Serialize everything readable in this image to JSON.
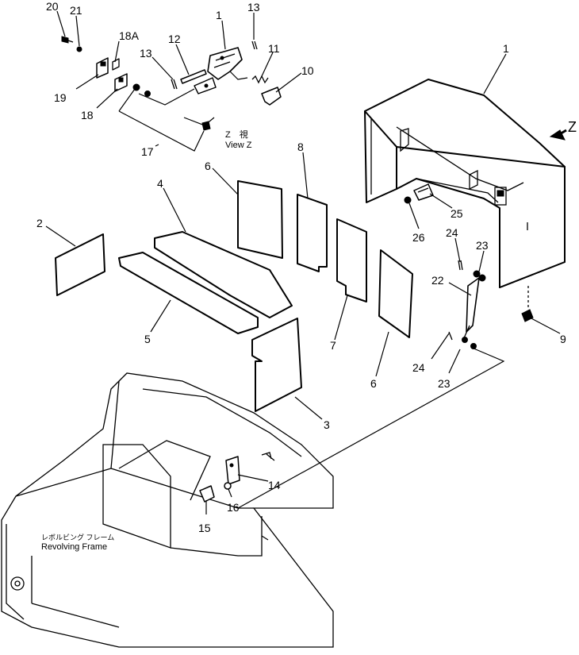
{
  "callouts": {
    "c20": "20",
    "c21": "21",
    "c18a": "18A",
    "c19": "19",
    "c18": "18",
    "c12": "12",
    "c13a": "13",
    "c1a": "1",
    "c13b": "13",
    "c11": "11",
    "c10": "10",
    "c17": "17",
    "c1b": "1",
    "c6a": "6",
    "c8": "8",
    "c4": "4",
    "c2": "2",
    "c5": "5",
    "c7": "7",
    "c6b": "6",
    "c3": "3",
    "c25": "25",
    "c26": "26",
    "c24a": "24",
    "c23a": "23",
    "c22": "22",
    "c9": "9",
    "c24b": "24",
    "c23b": "23",
    "c14": "14",
    "c16": "16",
    "c15": "15"
  },
  "view_z": {
    "jp": "Z　視",
    "en": "View Z"
  },
  "arrow_z": "Z",
  "frame_label": {
    "jp": "レボルビング フレーム",
    "en": "Revolving Frame"
  }
}
